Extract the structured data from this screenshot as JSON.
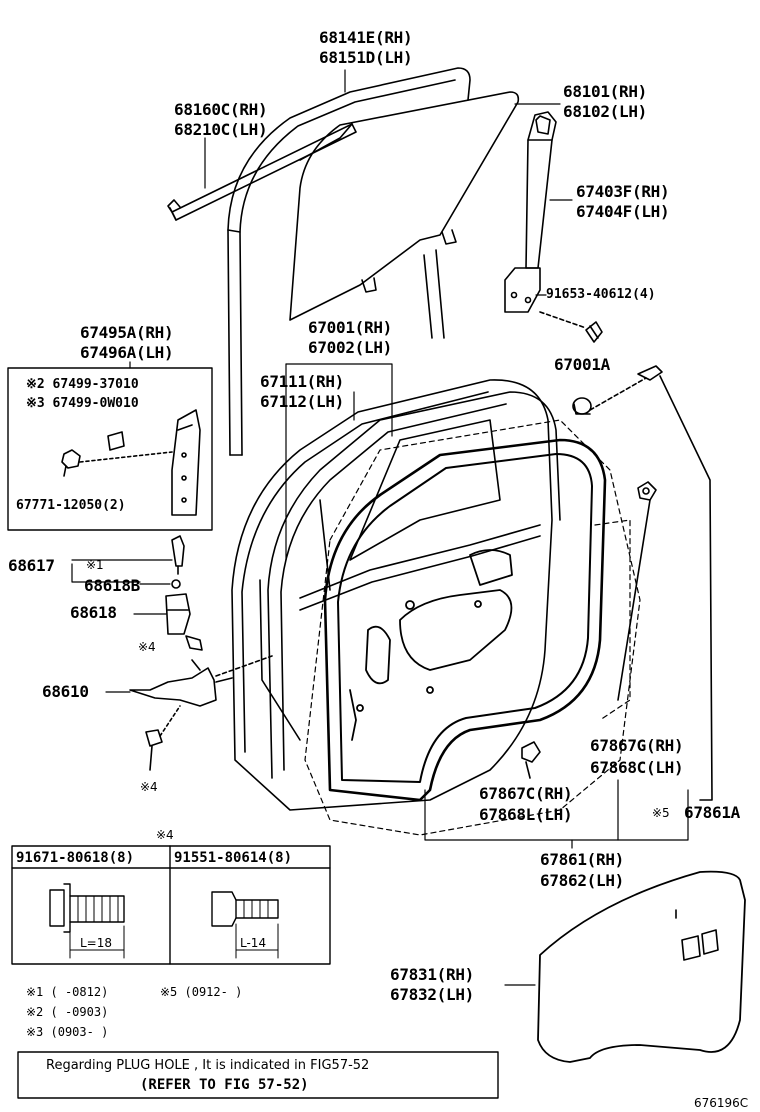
{
  "parts": {
    "p68141E": "68141E(RH)",
    "p68151D": "68151D(LH)",
    "p68160C": "68160C(RH)",
    "p68210C": "68210C(LH)",
    "p68101": "68101(RH)",
    "p68102": "68102(LH)",
    "p67403F": "67403F(RH)",
    "p67404F": "67404F(LH)",
    "p91653": "91653-40612(4)",
    "p67495A": "67495A(RH)",
    "p67496A": "67496A(LH)",
    "p67001": "67001(RH)",
    "p67002": "67002(LH)",
    "p67001A": "67001A",
    "p67111": "67111(RH)",
    "p67112": "67112(LH)",
    "p67499_37010": "※2 67499-37010",
    "p67499_0W010": "※3 67499-0W010",
    "p67771": "67771-12050(2)",
    "p68617": "68617",
    "p68617_mark": "※1",
    "p68618B": "68618B",
    "p68618": "68618",
    "p68618_mark": "※4",
    "p68610": "68610",
    "p68610_mark": "※4",
    "p67867G": "67867G(RH)",
    "p67868C": "67868C(LH)",
    "p67867C": "67867C(RH)",
    "p67868L": "67868L(LH)",
    "p67861A_mark": "※5",
    "p67861A": "67861A",
    "p67861": "67861(RH)",
    "p67862": "67862(LH)",
    "p67831": "67831(RH)",
    "p67832": "67832(LH)"
  },
  "bolt_table": {
    "mark": "※4",
    "col1_head": "91671-80618(8)",
    "col2_head": "91551-80614(8)",
    "col1_len": "L=18",
    "col2_len": "L-14"
  },
  "notes": {
    "n1": "※1 (   -0812)",
    "n5": "※5 (0912-   )",
    "n2": "※2 (   -0903)",
    "n3": "※3 (0903-   )"
  },
  "reference": {
    "line1": "Regarding PLUG HOLE , It is indicated in FIG57-52",
    "line2": "(REFER TO FIG 57-52)"
  },
  "figure_code": "676196C"
}
